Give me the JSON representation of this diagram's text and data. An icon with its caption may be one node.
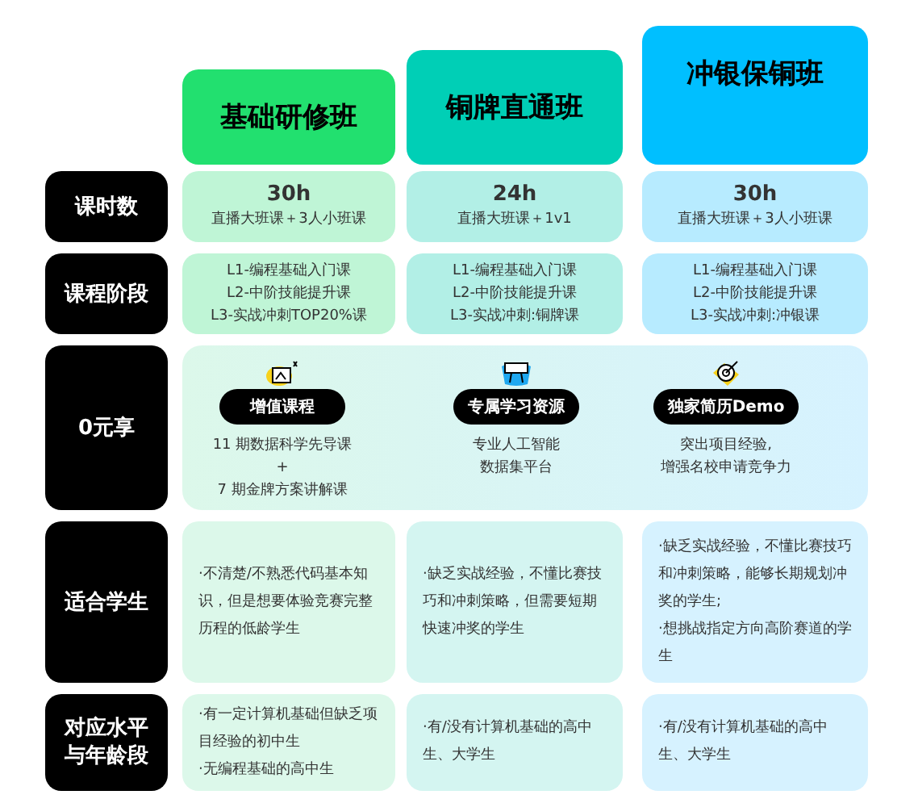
{
  "diagram": {
    "nodes": [
      {
        "text": [
          "基础研修班"
        ]
      },
      {
        "text": [
          "铜牌直通班"
        ]
      },
      {
        "text": [
          "冲银保铜班"
        ]
      },
      {
        "text": [
          "课时数"
        ]
      },
      {
        "text": [
          "30h",
          "直播大班课＋3人小班课"
        ]
      },
      {
        "text": [
          "24h",
          "直播大班课＋1v1"
        ]
      },
      {
        "text": [
          "30h",
          "直播大班课＋3人小班课"
        ]
      },
      {
        "text": [
          "课程阶段"
        ]
      },
      {
        "text": [
          "L1-编程基础入门课",
          "L2-中阶技能提升课",
          "L3-实战冲刺TOP20%课"
        ]
      },
      {
        "text": [
          "L1-编程基础入门课",
          "L2-中阶技能提升课",
          "L3-实战冲刺:铜牌课"
        ]
      },
      {
        "text": [
          "L1-编程基础入门课",
          "L2-中阶技能提升课",
          "L3-实战冲刺:冲银课"
        ]
      },
      {
        "text": [
          "0元享"
        ]
      },
      {
        "text": [],
        "shape": "box"
      },
      {
        "text": [
          "增值课程"
        ],
        "in": 12,
        "beside": [
          "11 期数据科学先导课",
          "+",
          "7 期金牌方案讲解课"
        ]
      },
      {
        "text": [
          "专属学习资源"
        ],
        "in": 12,
        "beside": [
          "专业人工智能",
          "数据集平台"
        ]
      },
      {
        "text": [
          "独家简历Demo"
        ],
        "in": 12,
        "beside": [
          "突出项目经验,",
          "增强名校申请竞争力"
        ]
      },
      {
        "text": [
          "适合学生"
        ]
      },
      {
        "text": [
          "·不清楚/不熟悉代码基本知识，但是想要体验竞赛完整历程的低龄学生"
        ]
      },
      {
        "text": [
          "·缺乏实战经验，不懂比赛技巧和冲刺策略，但需要短期快速冲奖的学生"
        ]
      },
      {
        "text": [
          "·缺乏实战经验，不懂比赛技巧和冲刺策略，能够长期规划冲奖的学生;",
          "·想挑战指定方向高阶赛道的学生"
        ]
      },
      {
        "text": [
          "对应水平与年龄段"
        ]
      },
      {
        "text": [
          "·有一定计算机基础但缺乏项目经验的初中生",
          "·无编程基础的高中生"
        ]
      },
      {
        "text": [
          "·有/没有计算机基础的高中生、大学生"
        ]
      },
      {
        "text": [
          "·有/没有计算机基础的高中生、大学生"
        ]
      }
    ]
  }
}
